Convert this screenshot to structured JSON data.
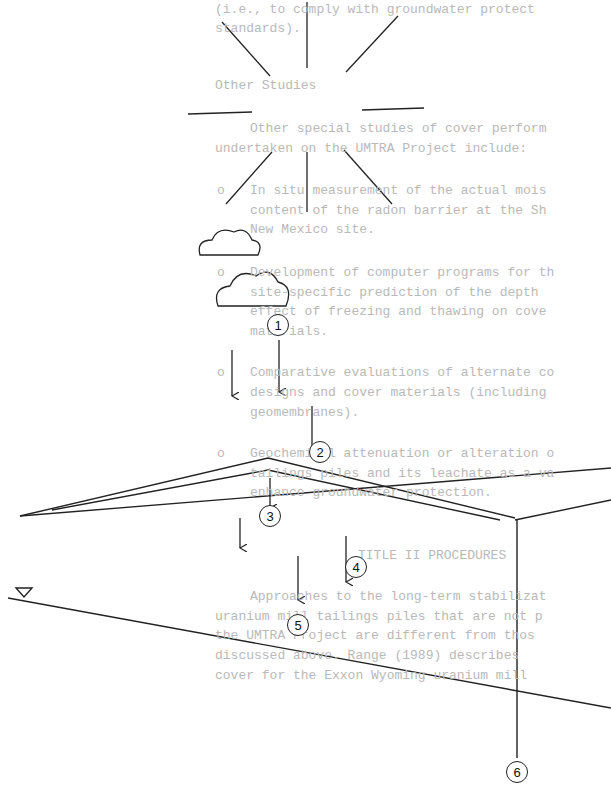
{
  "diagram": {
    "nodes": [
      {
        "text": [
          "1"
        ]
      },
      {
        "text": [
          "2"
        ]
      },
      {
        "text": [
          "3"
        ]
      },
      {
        "text": [
          "4"
        ]
      },
      {
        "text": [
          "5"
        ]
      },
      {
        "text": [
          "6"
        ]
      }
    ],
    "labels": [
      "(i.e., to comply with groundwater protect",
      "standards).",
      "Other Studies",
      "Other special studies of cover perform",
      "undertaken on the UMTRA Project include:",
      "o",
      "In situ measurement of the actual mois",
      "content of the radon barrier at the Sh",
      "New Mexico site.",
      "o",
      "Development of computer programs for th",
      "site-specific prediction of the depth",
      "effect of freezing and thawing on cove",
      "materials.",
      "o",
      "Comparative evaluations of alternate co",
      "designs and cover materials (including",
      "geomembranes).",
      "o",
      "Geochemical attenuation or alteration o",
      "tailings piles and its leachate as a va",
      "enhance groundwater protection.",
      "TITLE II PROCEDURES",
      "Approaches to the long-term stabilizat",
      "uranium mill tailings piles that are not p",
      "the UMTRA Project are different from thos",
      "discussed above.  Range (1989) describes",
      "cover for the Exxon Wyoming uranium mill"
    ]
  }
}
